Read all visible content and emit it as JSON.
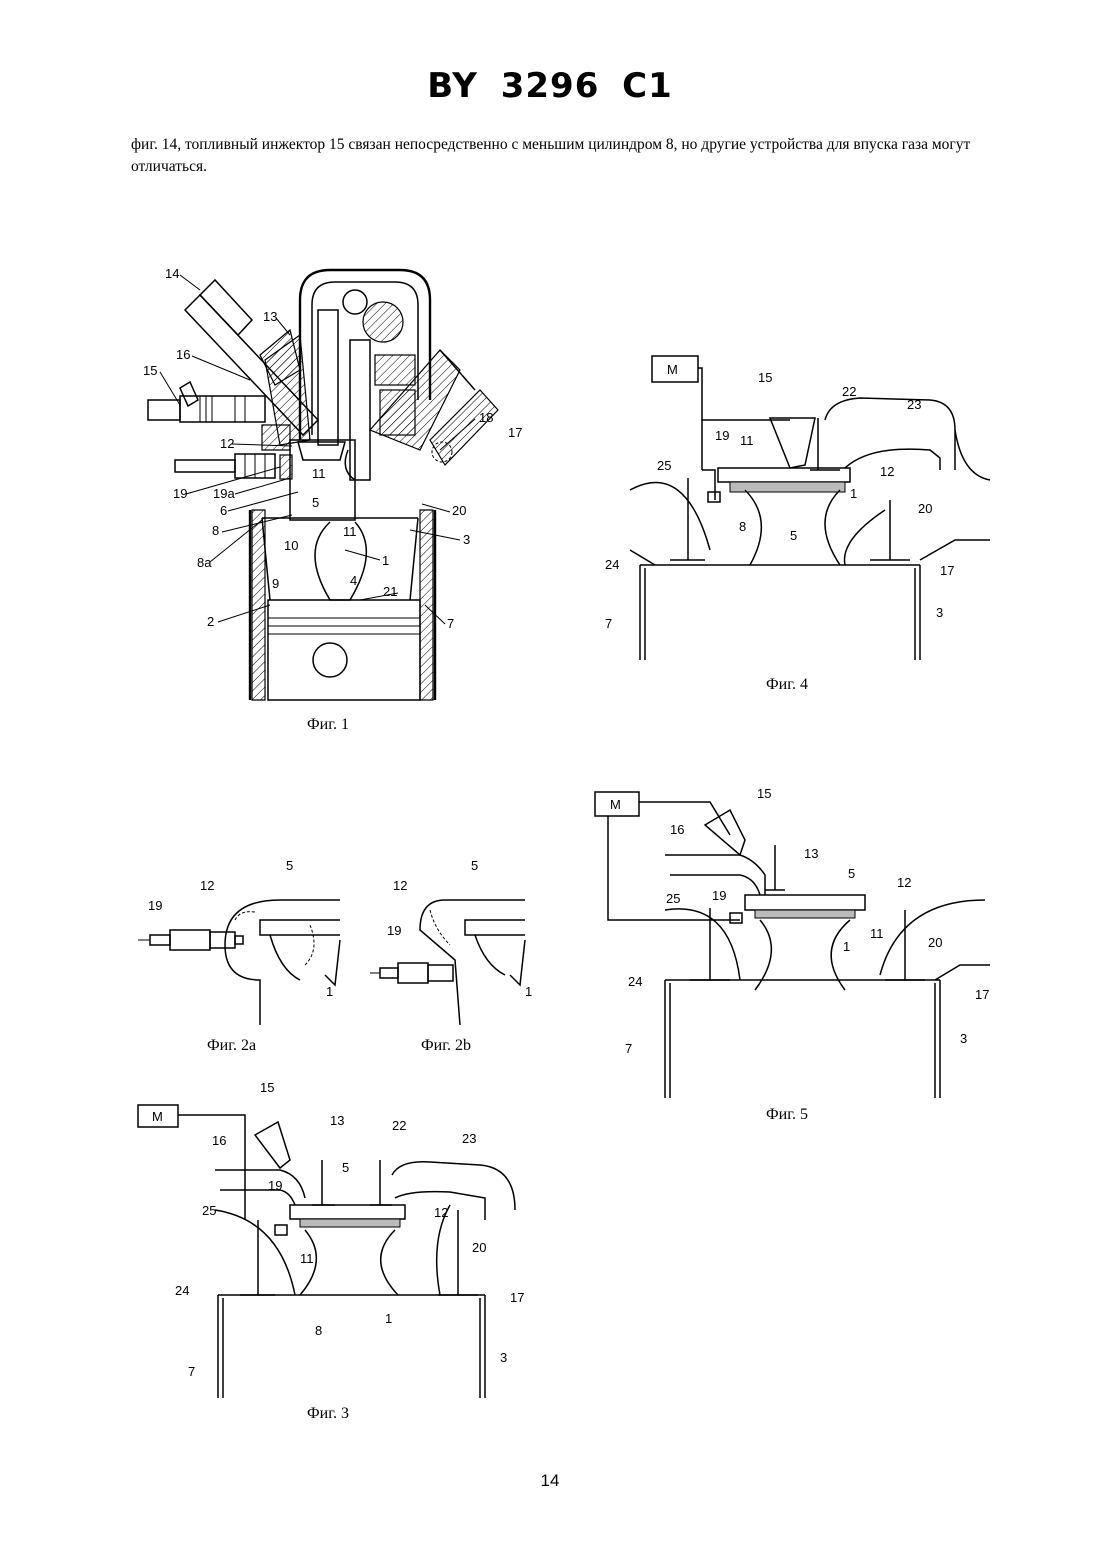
{
  "header": {
    "title": "BY 3296 C1"
  },
  "intro_text": "фиг. 14, топливный инжектор 15 связан непосредственно с меньшим цилиндром 8, но другие устройства для впуска газа могут отличаться.",
  "figures": {
    "fig1": {
      "caption": "Фиг. 1",
      "labels": [
        "14",
        "13",
        "16",
        "15",
        "12",
        "19",
        "19a",
        "6",
        "8",
        "8a",
        "10",
        "5",
        "11",
        "11",
        "1",
        "4",
        "9",
        "2",
        "21",
        "7",
        "3",
        "20",
        "18",
        "17"
      ]
    },
    "fig2a": {
      "caption": "Фиг. 2a",
      "labels": [
        "5",
        "12",
        "19",
        "1"
      ]
    },
    "fig2b": {
      "caption": "Фиг. 2b",
      "labels": [
        "5",
        "12",
        "19",
        "1"
      ]
    },
    "fig3": {
      "caption": "Фиг. 3",
      "motor": "M",
      "labels": [
        "15",
        "13",
        "22",
        "16",
        "23",
        "5",
        "19",
        "25",
        "12",
        "11",
        "20",
        "24",
        "17",
        "8",
        "1",
        "7",
        "3"
      ]
    },
    "fig4": {
      "caption": "Фиг. 4",
      "motor": "M",
      "labels": [
        "15",
        "22",
        "23",
        "19",
        "11",
        "25",
        "12",
        "1",
        "8",
        "5",
        "20",
        "24",
        "17",
        "7",
        "3"
      ]
    },
    "fig5": {
      "caption": "Фиг. 5",
      "motor": "M",
      "labels": [
        "15",
        "16",
        "13",
        "5",
        "12",
        "25",
        "19",
        "11",
        "1",
        "20",
        "24",
        "17",
        "7",
        "3"
      ]
    }
  },
  "page_number": "14"
}
